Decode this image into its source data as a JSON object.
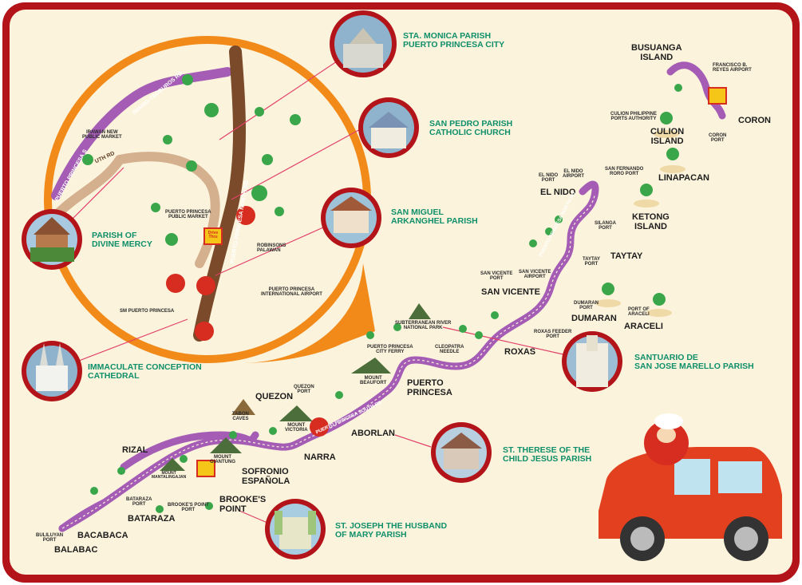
{
  "colors": {
    "frame": "#b3141a",
    "background": "#fbf3dc",
    "route": "#a45cb5",
    "inset_ring": "#f28a1a",
    "inset_road": "#7a4a2a",
    "label_green": "#0f8f6a",
    "water": "#cfe8ef",
    "car": "#e2401f"
  },
  "churches": {
    "sta_monica": "STA. MONICA PARISH\nPUERTO PRINCESA CITY",
    "san_pedro": "SAN PEDRO PARISH\nCATHOLIC CHURCH",
    "san_miguel": "SAN MIGUEL\nARKANGHEL PARISH",
    "divine_mercy": "PARISH OF\nDIVINE MERCY",
    "immaculate": "IMMACULATE CONCEPTION\nCATHEDRAL",
    "san_jose": "SANTUARIO DE\nSAN JOSE MARELLO PARISH",
    "st_therese": "ST. THERESE OF THE\nCHILD JESUS PARISH",
    "st_joseph": "ST. JOSEPH THE HUSBAND\nOF MARY PARISH"
  },
  "towns": {
    "busuanga": "BUSUANGA\nISLAND",
    "coron": "CORON",
    "culion": "CULION\nISLAND",
    "linapacan": "LINAPACAN",
    "el_nido": "EL NIDO",
    "ketong": "KETONG\nISLAND",
    "taytay": "TAYTAY",
    "san_vicente": "SAN VICENTE",
    "dumaran": "DUMARAN",
    "araceli": "ARACELI",
    "roxas": "ROXAS",
    "puerto_princesa": "PUERTO\nPRINCESA",
    "quezon": "QUEZON",
    "aborlan": "ABORLAN",
    "narra": "NARRA",
    "rizal": "RIZAL",
    "sofronio": "SOFRONIO\nESPAÑOLA",
    "brookes": "BROOKE'S\nPOINT",
    "bataraza": "BATARAZA",
    "bacabaca": "BACABACA",
    "balabac": "BALABAC"
  },
  "small_labels": {
    "francisco_airport": "FRANCISCO B.\nREYES AIRPORT",
    "culion_port": "CULION PHILIPPINE\nPORTS AUTHORITY",
    "coron_port": "CORON\nPORT",
    "el_nido_port": "EL NIDO\nPORT",
    "el_nido_airport": "EL NIDO\nAIRPORT",
    "san_fernando_port": "SAN FERNANDO\nRORO PORT",
    "silanga_port": "SILANGA\nPORT",
    "taytay_port": "TAYTAY\nPORT",
    "san_vicente_port": "SAN VICENTE\nPORT",
    "san_vicente_airport": "SAN VICENTE\nAIRPORT",
    "dumaran_port": "DUMARAN\nPORT",
    "port_araceli": "PORT OF\nARACELI",
    "roxas_feeder": "ROXAS FEEDER\nPORT",
    "subterranean": "SUBTERRANEAN RIVER\nNATIONAL PARK",
    "cleopatra": "CLEOPATRA\nNEEDLE",
    "pp_ferry": "PUERTO PRINCESA\nCITY FERRY",
    "mt_beaufort": "MOUNT\nBEAUFORT",
    "quezon_port": "QUEZON\nPORT",
    "tabon": "TABON\nCAVES",
    "mt_victoria": "MOUNT\nVICTORIA",
    "mt_giantung": "MOUNT\nGIANTUNG",
    "mt_mantalingajan": "MOUNT\nMANTALINGAJAN",
    "bataraza_port": "BATARAZA\nPORT",
    "brookes_port": "BROOKE'S POINT\nPORT",
    "buliluyan_port": "BULILUYAN\nPORT",
    "robinsons": "ROBINSONS\nPALAWAN",
    "pp_airport": "PUERTO PRINCESA\nINTERNATIONAL AIRPORT",
    "sm_pp": "SM PUERTO PRINCESA",
    "pp_market": "PUERTO PRINCESA\nPUBLIC MARKET",
    "irawan_market": "IRAWAN NEW\nPUBLIC MARKET"
  },
  "roads": {
    "north": "PUERTO PRINCESA NORTH RD",
    "tagburos": "IWAHIG-TAGBUROS RD",
    "south": "PUERTO PRINCESA SOUTH RD",
    "inset_north": "PUERTO PRINCESA NORTH RD",
    "inset_tagburos": "IWAHIG-TAGBUROS RD",
    "inset_south": "UTH RD",
    "inset_pp": "PUERTO PRINCESA S"
  },
  "badge": {
    "drive_thru": "Drive Thru"
  }
}
